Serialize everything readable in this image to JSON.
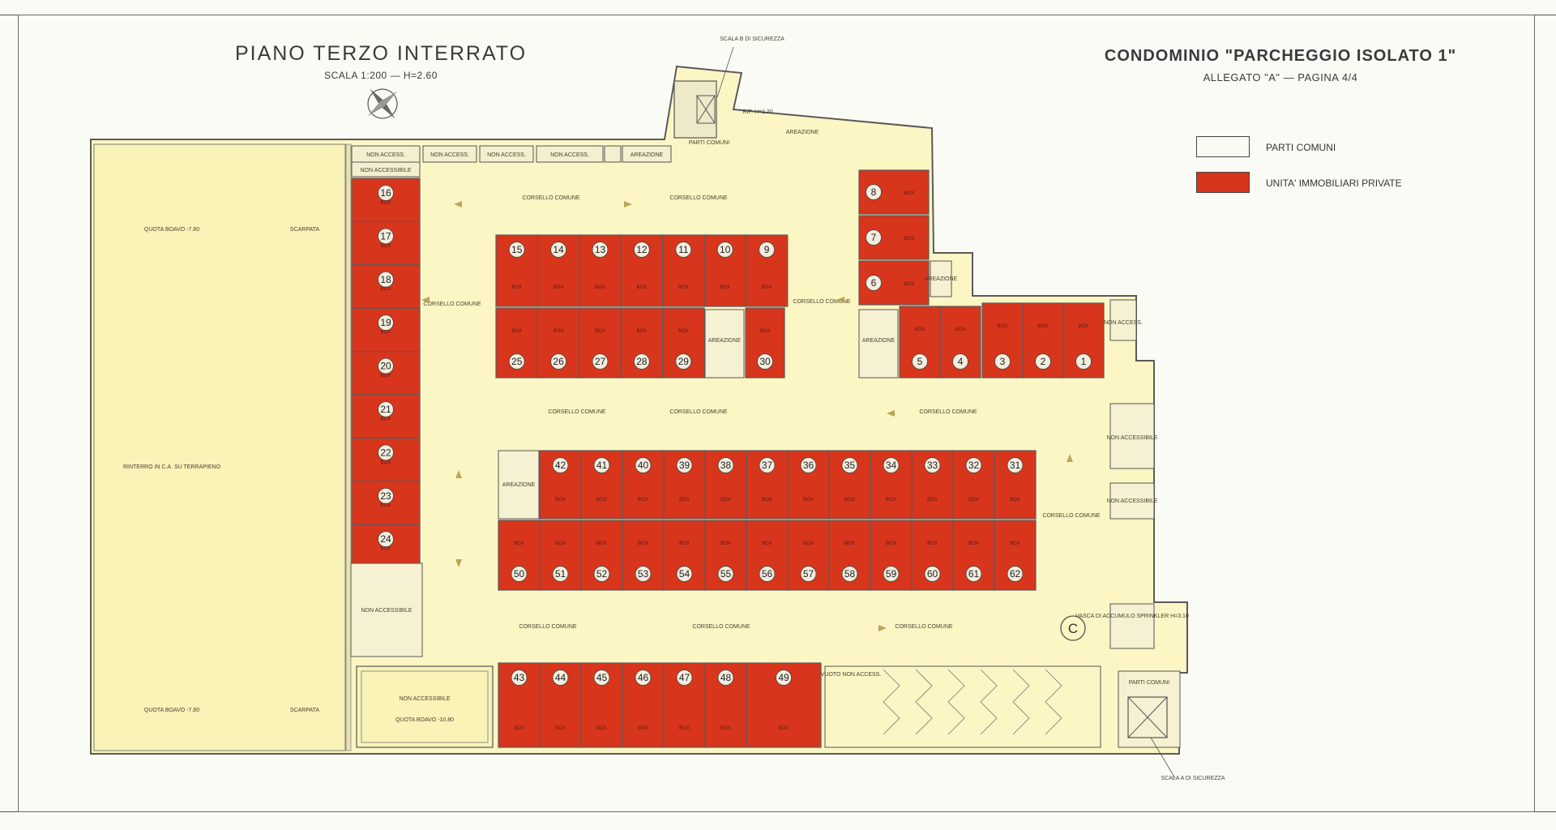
{
  "header": {
    "title_left": "PIANO TERZO INTERRATO",
    "subtitle_left": "SCALA 1:200 — H=2.60",
    "title_right": "CONDOMINIO \"PARCHEGGIO ISOLATO 1\"",
    "subtitle_right": "ALLEGATO \"A\" — PAGINA 4/4"
  },
  "legend": [
    {
      "label": "PARTI COMUNI",
      "color": "#fdfdf5"
    },
    {
      "label": "UNITA' IMMOBILIARI PRIVATE",
      "color": "#d8351d"
    }
  ],
  "colors": {
    "floor": "#fbf6c4",
    "unit": "#d8351d",
    "wall": "#5a5a5a",
    "badge": "#f2ede0"
  },
  "labels": {
    "corsello": "CORSELLO COMUNE",
    "areazione": "AREAZIONE",
    "non_accessibile": "NON ACCESSIBILE",
    "non_access": "NON ACCESS.",
    "parti_comuni": "PARTI COMUNI",
    "scala_b": "SCALA B DI SICUREZZA",
    "scala_a": "SCALA A DI SICUREZZA",
    "quota_top": "QUOTA BOAVO -7.80",
    "quota_bottom": "QUOTA BOAVO -7.80",
    "scarpata_top": "SCARPATA",
    "scarpata_bottom": "SCARPATA",
    "rinterro": "RINTERRO IN C.A. SU TERRAPIENO",
    "quota_pit": "QUOTA BOAVO -10.80",
    "vuoto": "VUOTO NON ACCESS.",
    "vasca": "VASCA DI ACCUMULO SPRINKLER H=3.10",
    "rip": "RIP. H=1.20",
    "box": "BOX",
    "circle_c": "C"
  },
  "units": [
    {
      "n": "1"
    },
    {
      "n": "2"
    },
    {
      "n": "3"
    },
    {
      "n": "4"
    },
    {
      "n": "5"
    },
    {
      "n": "6"
    },
    {
      "n": "7"
    },
    {
      "n": "8"
    },
    {
      "n": "9"
    },
    {
      "n": "10"
    },
    {
      "n": "11"
    },
    {
      "n": "12"
    },
    {
      "n": "13"
    },
    {
      "n": "14"
    },
    {
      "n": "15"
    },
    {
      "n": "16"
    },
    {
      "n": "17"
    },
    {
      "n": "18"
    },
    {
      "n": "19"
    },
    {
      "n": "20"
    },
    {
      "n": "21"
    },
    {
      "n": "22"
    },
    {
      "n": "23"
    },
    {
      "n": "24"
    },
    {
      "n": "25"
    },
    {
      "n": "26"
    },
    {
      "n": "27"
    },
    {
      "n": "28"
    },
    {
      "n": "29"
    },
    {
      "n": "30"
    },
    {
      "n": "31"
    },
    {
      "n": "32"
    },
    {
      "n": "33"
    },
    {
      "n": "34"
    },
    {
      "n": "35"
    },
    {
      "n": "36"
    },
    {
      "n": "37"
    },
    {
      "n": "38"
    },
    {
      "n": "39"
    },
    {
      "n": "40"
    },
    {
      "n": "41"
    },
    {
      "n": "42"
    },
    {
      "n": "43"
    },
    {
      "n": "44"
    },
    {
      "n": "45"
    },
    {
      "n": "46"
    },
    {
      "n": "47"
    },
    {
      "n": "48"
    },
    {
      "n": "49"
    },
    {
      "n": "50"
    },
    {
      "n": "51"
    },
    {
      "n": "52"
    },
    {
      "n": "53"
    },
    {
      "n": "54"
    },
    {
      "n": "55"
    },
    {
      "n": "56"
    },
    {
      "n": "57"
    },
    {
      "n": "58"
    },
    {
      "n": "59"
    },
    {
      "n": "60"
    },
    {
      "n": "61"
    },
    {
      "n": "62"
    }
  ]
}
